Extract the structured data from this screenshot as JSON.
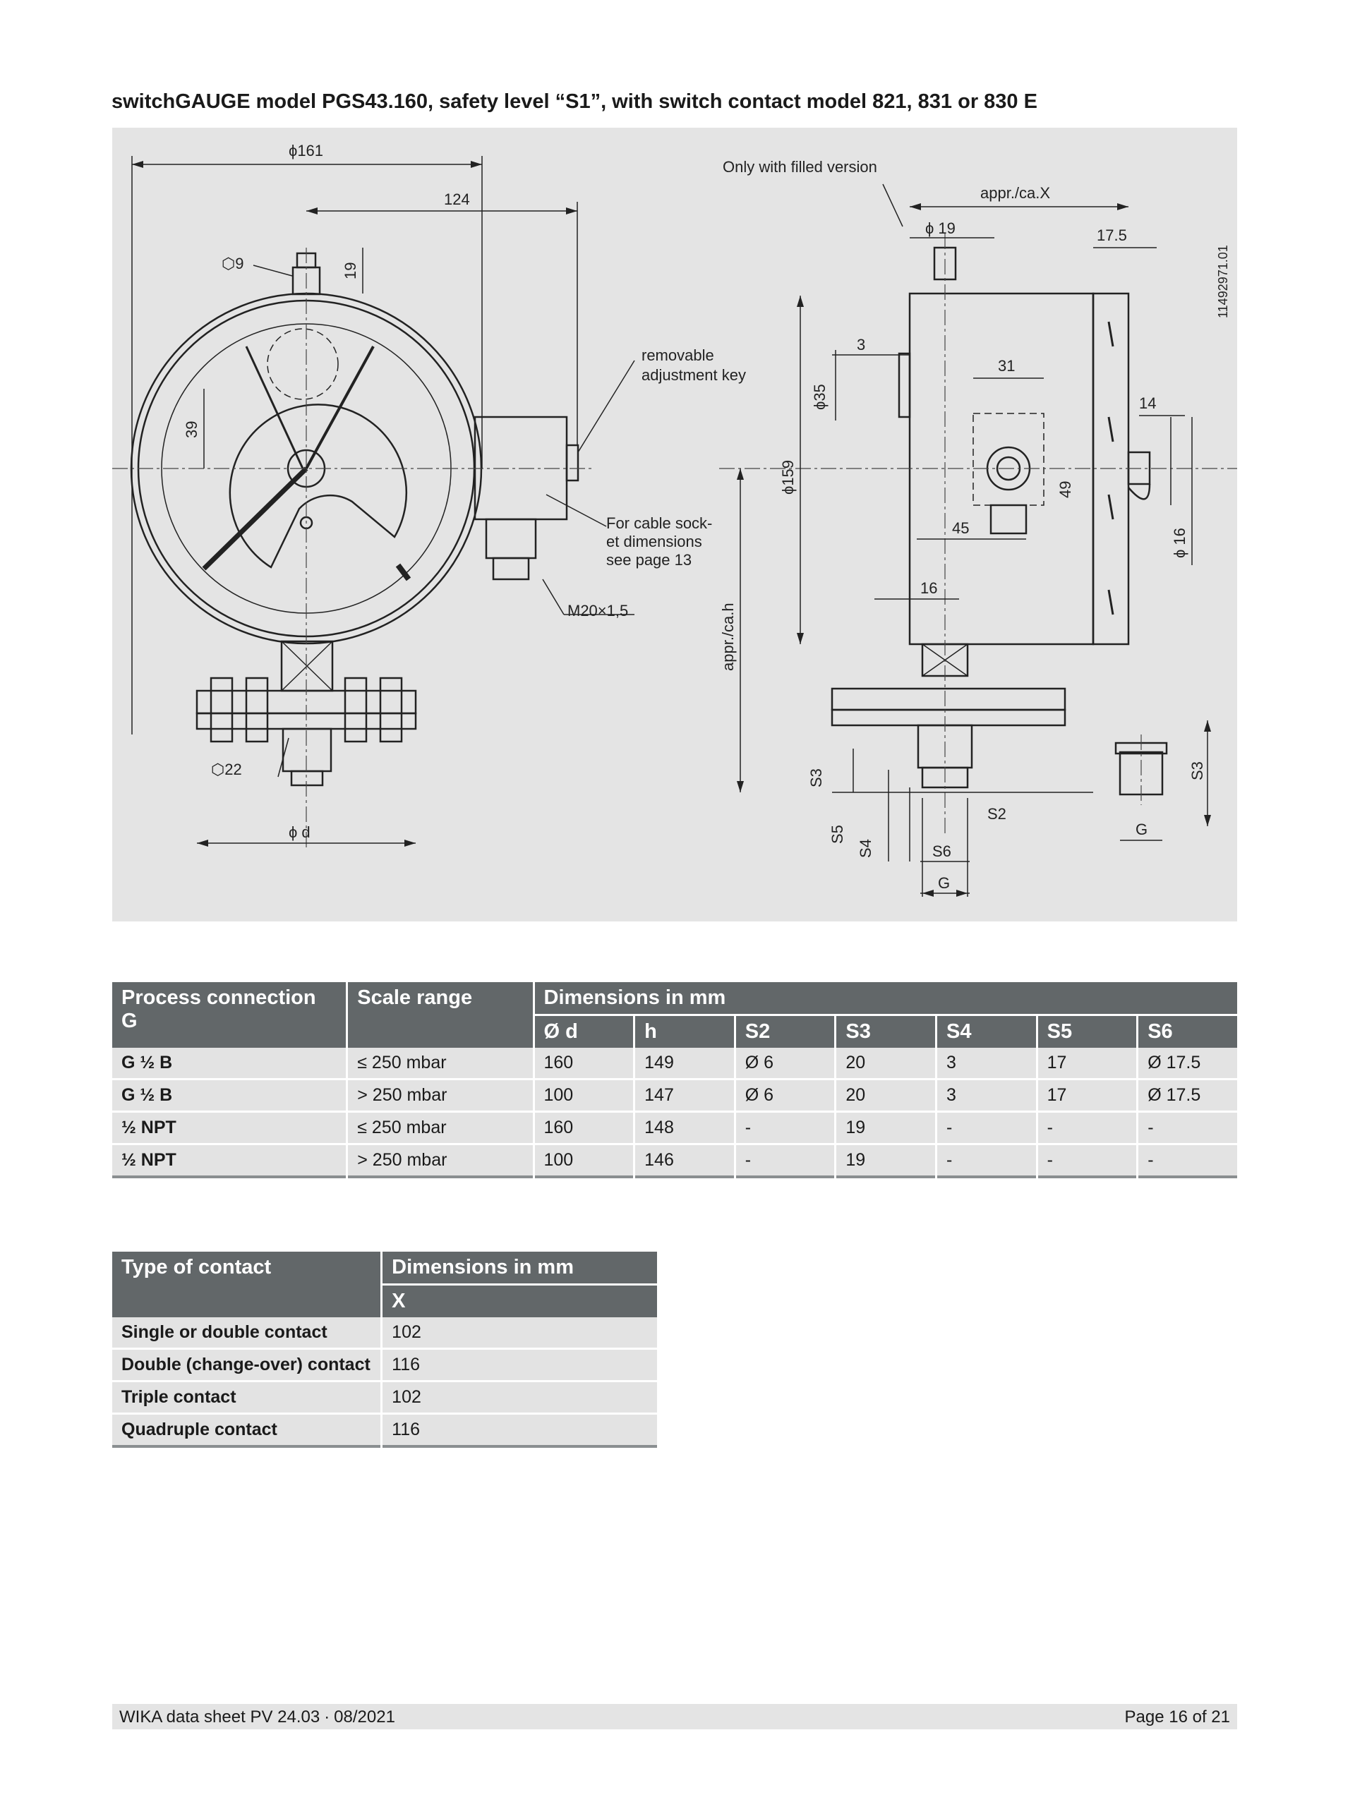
{
  "title": "switchGAUGE model PGS43.160, safety level “S1”, with switch contact model 821, 831 or 830 E",
  "drawing": {
    "doc_number": "11492971.01",
    "notes": {
      "filled": "Only with filled version",
      "key_1": "removable",
      "key_2": "adjustment key",
      "cable_1": "For cable sock-",
      "cable_2": "et dimensions",
      "cable_3": "see page 13"
    },
    "dims": {
      "d161": "ϕ161",
      "d124": "124",
      "hex9": "⬡9",
      "d19v": "19",
      "d39": "39",
      "m20": "M20×1,5",
      "hex22": "⬡22",
      "phid": "ϕ d",
      "apprx": "appr./ca.X",
      "phi19": "ϕ 19",
      "d175": "17.5",
      "d3": "3",
      "phi35": "ϕ35",
      "d31": "31",
      "d14": "14",
      "phi159": "ϕ159",
      "d49": "49",
      "d45": "45",
      "phi16": "ϕ 16",
      "d16": "16",
      "apprh": "appr./ca.h",
      "s3": "S3",
      "s2": "S2",
      "s5": "S5",
      "s4": "S4",
      "s6": "S6",
      "g": "G",
      "s3r": "S3",
      "gr": "G"
    }
  },
  "table1": {
    "headers": {
      "process": "Process connection G",
      "scale": "Scale range",
      "dims": "Dimensions in mm",
      "cols": [
        "Ø d",
        "h",
        "S2",
        "S3",
        "S4",
        "S5",
        "S6"
      ]
    },
    "rows": [
      [
        "G ½ B",
        "≤ 250 mbar",
        "160",
        "149",
        "Ø 6",
        "20",
        "3",
        "17",
        "Ø 17.5"
      ],
      [
        "G ½ B",
        "> 250 mbar",
        "100",
        "147",
        "Ø 6",
        "20",
        "3",
        "17",
        "Ø 17.5"
      ],
      [
        "½ NPT",
        "≤ 250 mbar",
        "160",
        "148",
        "-",
        "19",
        "-",
        "-",
        "-"
      ],
      [
        "½ NPT",
        "> 250 mbar",
        "100",
        "146",
        "-",
        "19",
        "-",
        "-",
        "-"
      ]
    ]
  },
  "table2": {
    "headers": {
      "type": "Type of contact",
      "dims": "Dimensions in mm",
      "x": "X"
    },
    "rows": [
      [
        "Single or double contact",
        "102"
      ],
      [
        "Double (change-over) contact",
        "116"
      ],
      [
        "Triple contact",
        "102"
      ],
      [
        "Quadruple contact",
        "116"
      ]
    ]
  },
  "footer": {
    "left": "WIKA data sheet PV 24.03 ∙ 08/2021",
    "right": "Page 16 of 21"
  }
}
